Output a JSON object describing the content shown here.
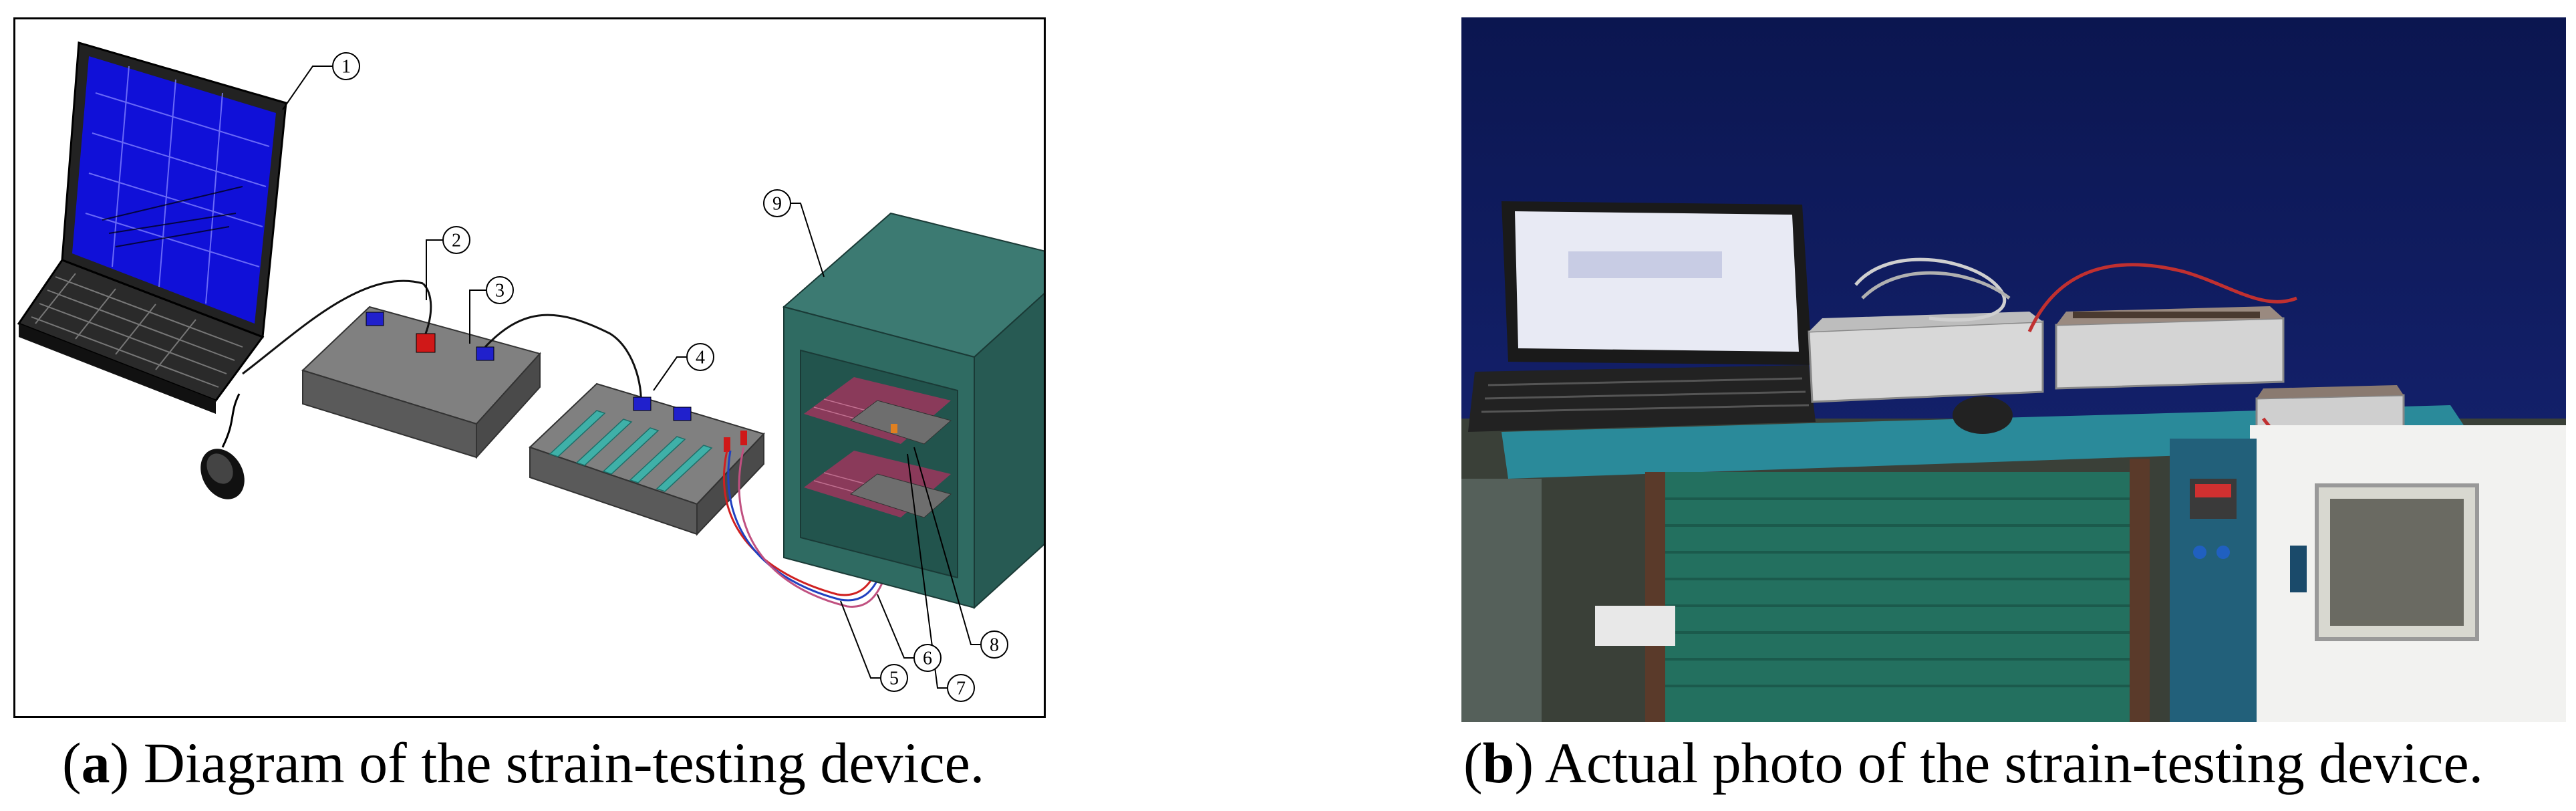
{
  "panel_a": {
    "caption_letter": "a",
    "caption_text": "Diagram of the strain-testing device.",
    "callouts": [
      "1",
      "2",
      "3",
      "4",
      "5",
      "6",
      "7",
      "8",
      "9"
    ]
  },
  "panel_b": {
    "caption_letter": "b",
    "caption_text": "Actual photo of the strain-testing device."
  },
  "colors": {
    "screen_blue": "#1010d8",
    "box_gray": "#6e6e6e",
    "chamber_teal": "#2f6b62",
    "shelf_maroon": "#8a3a5a",
    "gauge_teal": "#3fb0a8",
    "photo_backdrop": "#0e1a5a"
  }
}
